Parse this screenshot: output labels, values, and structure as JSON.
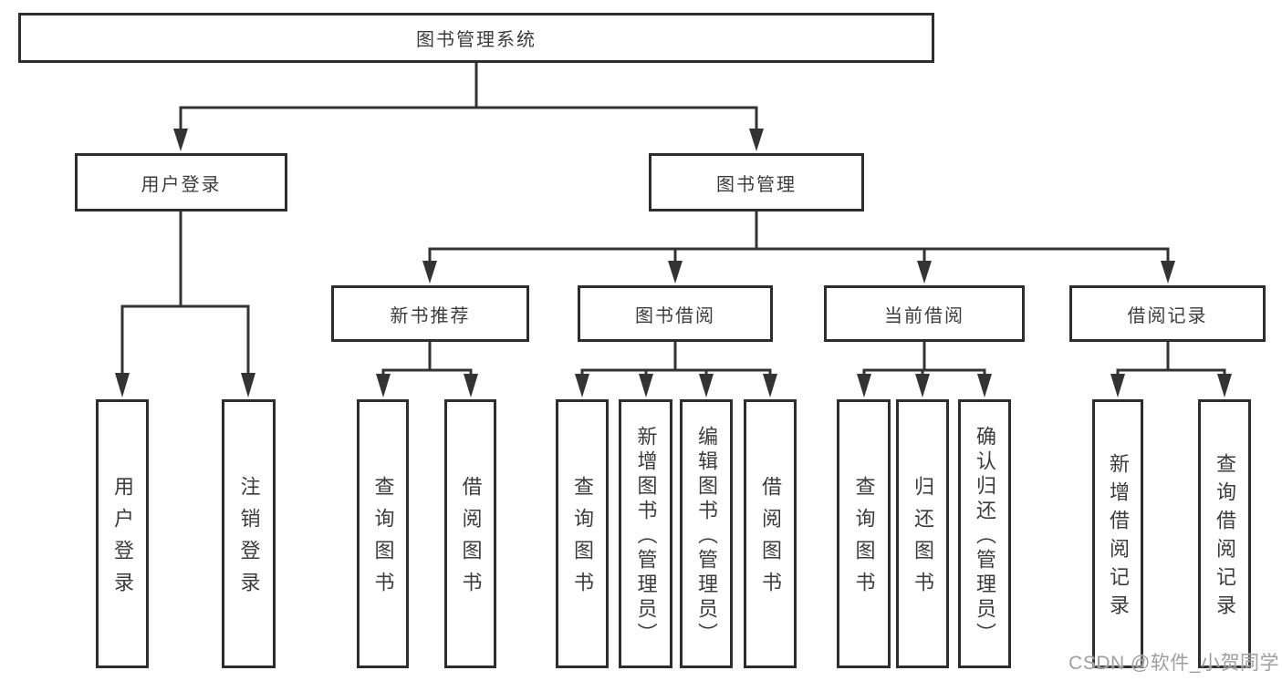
{
  "diagram_title": "图书管理系统",
  "watermark": "CSDN @软件_小贺同学",
  "colors": {
    "background": "#ffffff",
    "line": "#333333",
    "box_border": "#2d2d2d",
    "text": "#3c3c3c",
    "watermark": "#9e9e9e"
  },
  "nodes": {
    "root": {
      "label": "图书管理系统"
    },
    "user_login": {
      "label": "用户登录",
      "parent": "图书管理系统"
    },
    "book_management": {
      "label": "图书管理",
      "parent": "图书管理系统"
    },
    "new_book_recommend": {
      "label": "新书推荐",
      "parent": "图书管理"
    },
    "book_borrowing": {
      "label": "图书借阅",
      "parent": "图书管理"
    },
    "current_borrowing": {
      "label": "当前借阅",
      "parent": "图书管理"
    },
    "borrowing_records": {
      "label": "借阅记录",
      "parent": "图书管理"
    }
  },
  "leaves": [
    {
      "label": "用户登录",
      "parent": "用户登录"
    },
    {
      "label": "注销登录",
      "parent": "用户登录"
    },
    {
      "label": "查询图书",
      "parent": "新书推荐"
    },
    {
      "label": "借阅图书",
      "parent": "新书推荐"
    },
    {
      "label": "查询图书",
      "parent": "图书借阅"
    },
    {
      "label": "新增图书（管理员）",
      "parent": "图书借阅"
    },
    {
      "label": "编辑图书（管理员）",
      "parent": "图书借阅"
    },
    {
      "label": "借阅图书",
      "parent": "图书借阅"
    },
    {
      "label": "查询图书",
      "parent": "当前借阅"
    },
    {
      "label": "归还图书",
      "parent": "当前借阅"
    },
    {
      "label": "确认归还（管理员）",
      "parent": "当前借阅"
    },
    {
      "label": "新增借阅记录",
      "parent": "借阅记录"
    },
    {
      "label": "查询借阅记录",
      "parent": "借阅记录"
    }
  ]
}
